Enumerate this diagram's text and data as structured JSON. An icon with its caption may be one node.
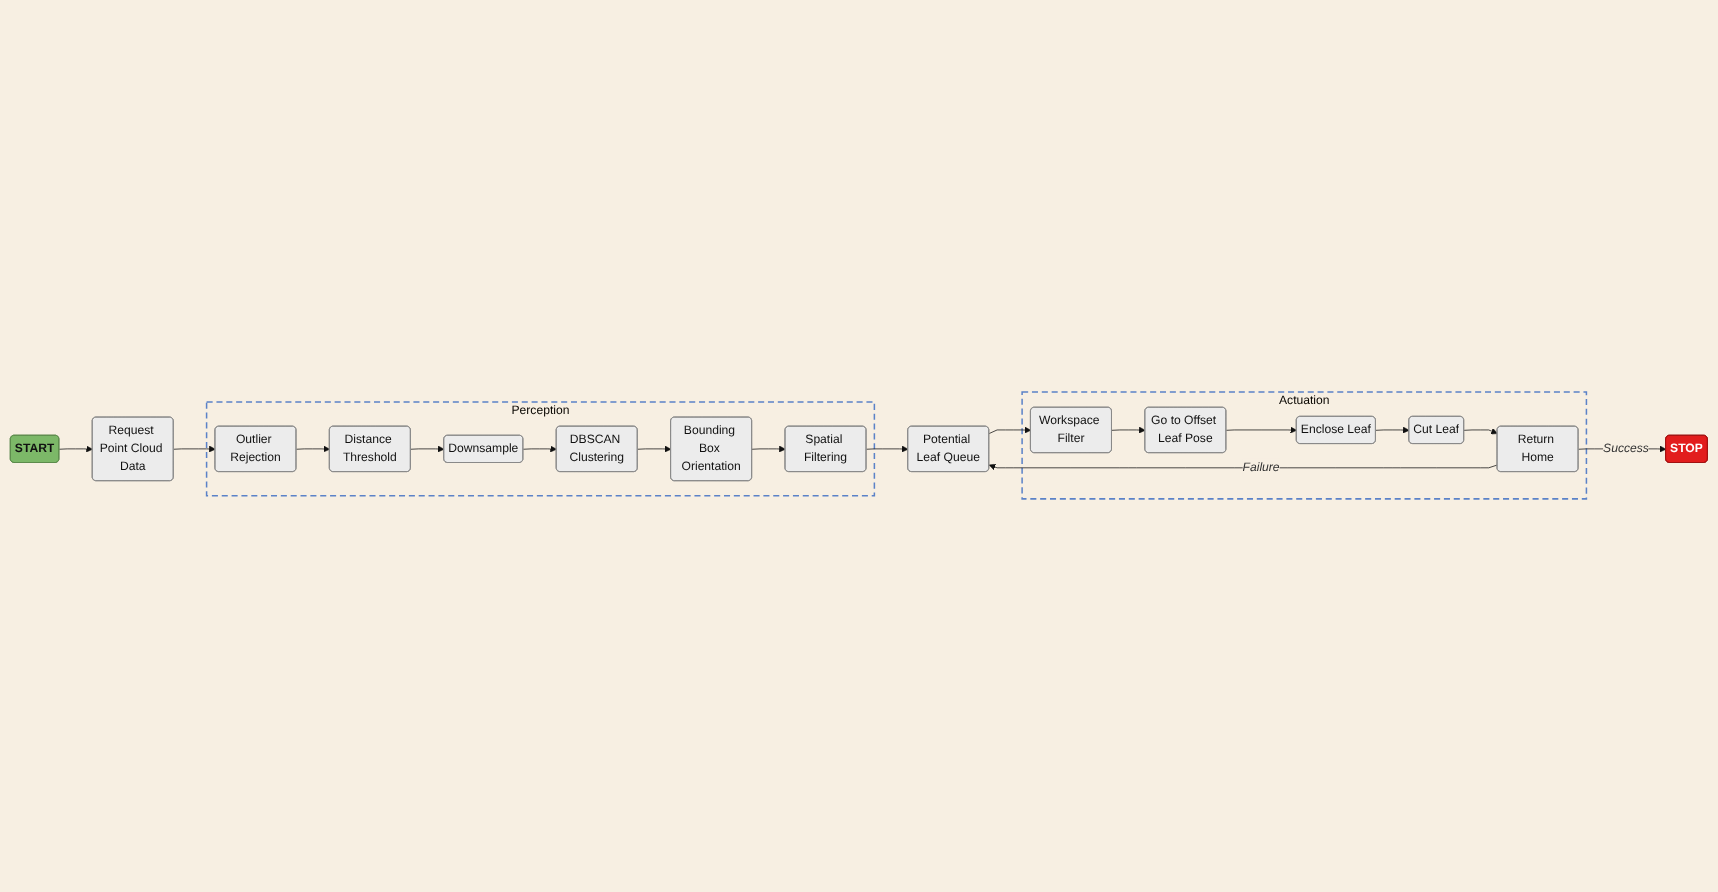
{
  "diagram": {
    "nodes": [
      {
        "text": [
          "START"
        ]
      },
      {
        "text": [
          "Request Point Cloud Data"
        ]
      },
      {
        "text": [
          "Perception"
        ]
      },
      {
        "text": [
          "Outlier Rejection"
        ],
        "in": 2
      },
      {
        "text": [
          "Distance Threshold"
        ],
        "in": 2
      },
      {
        "text": [
          "Downsample"
        ],
        "in": 2
      },
      {
        "text": [
          "DBSCAN Clustering"
        ],
        "in": 2
      },
      {
        "text": [
          "Bounding Box Orientation"
        ],
        "in": 2
      },
      {
        "text": [
          "Spatial Filtering"
        ],
        "in": 2
      },
      {
        "text": [
          "Potential Leaf Queue"
        ]
      },
      {
        "text": [
          "Actuation"
        ]
      },
      {
        "text": [
          "Workspace Filter"
        ],
        "in": 10
      },
      {
        "text": [
          "Go to Offset Leaf Pose"
        ],
        "in": 10
      },
      {
        "text": [
          "Enclose Leaf"
        ],
        "in": 10
      },
      {
        "text": [
          "Cut Leaf"
        ],
        "in": 10
      },
      {
        "text": [
          "Return Home"
        ],
        "in": 10
      },
      {
        "text": [
          "STOP"
        ]
      }
    ],
    "edges": [
      {
        "from": 0,
        "to": 1,
        "arrow": "to"
      },
      {
        "from": 1,
        "to": 3,
        "arrow": "to"
      },
      {
        "from": 3,
        "to": 4,
        "arrow": "to"
      },
      {
        "from": 4,
        "to": 5,
        "arrow": "to"
      },
      {
        "from": 5,
        "to": 6,
        "arrow": "to"
      },
      {
        "from": 6,
        "to": 7,
        "arrow": "to"
      },
      {
        "from": 7,
        "to": 8,
        "arrow": "to"
      },
      {
        "from": 8,
        "to": 9,
        "arrow": "to"
      },
      {
        "from": 9,
        "to": 11,
        "arrow": "to"
      },
      {
        "from": 11,
        "to": 12,
        "arrow": "to"
      },
      {
        "from": 12,
        "to": 13,
        "arrow": "to"
      },
      {
        "from": 13,
        "to": 14,
        "arrow": "to"
      },
      {
        "from": 14,
        "to": 15,
        "arrow": "to"
      },
      {
        "from": 15,
        "to": 9,
        "arrow": "to",
        "label": "Failure"
      },
      {
        "from": 15,
        "to": 16,
        "arrow": "to",
        "label": "Success"
      }
    ]
  }
}
